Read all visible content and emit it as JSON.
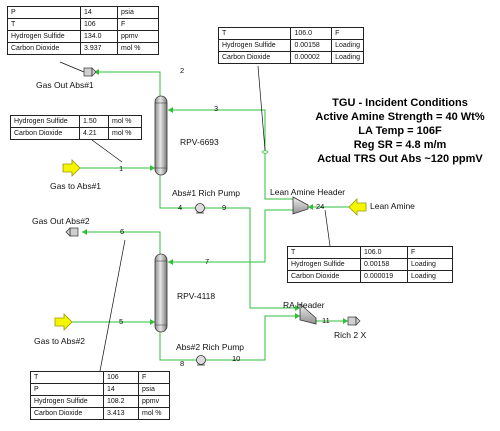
{
  "title_lines": [
    "TGU - Incident Conditions",
    "Active Amine Strength = 40 Wt%",
    "LA Temp = 106F",
    "Reg SR = 4.8 m/m",
    "Actual TRS Out Abs ~120 ppmV"
  ],
  "labels": {
    "gas_out_abs1": "Gas Out Abs#1",
    "gas_to_abs1": "Gas to Abs#1",
    "rpv_6693": "RPV-6693",
    "abs1_rich_pump": "Abs#1 Rich Pump",
    "lean_amine_header": "Lean Amine Header",
    "lean_amine": "Lean Amine",
    "gas_out_abs2": "Gas Out Abs#2",
    "rpv_4118": "RPV-4118",
    "gas_to_abs2": "Gas to Abs#2",
    "ra_header": "RA Header",
    "rich_2x": "Rich 2 X",
    "abs2_rich_pump": "Abs#2 Rich Pump"
  },
  "streams": [
    "1",
    "2",
    "3",
    "4",
    "5",
    "6",
    "7",
    "8",
    "9",
    "10",
    "11",
    "24"
  ],
  "tables": {
    "gas_out_abs1": [
      [
        "P",
        "14",
        "psia"
      ],
      [
        "T",
        "106",
        "F"
      ],
      [
        "Hydrogen Sulfide",
        "134.0",
        "ppmv"
      ],
      [
        "Carbon Dioxide",
        "3.937",
        "mol %"
      ]
    ],
    "stream3": [
      [
        "T",
        "106.0",
        "F"
      ],
      [
        "Hydrogen Sulfide",
        "0.00158",
        "Loading"
      ],
      [
        "Carbon Dioxide",
        "0.00002",
        "Loading"
      ]
    ],
    "gas_to_abs1": [
      [
        "Hydrogen Sulfide",
        "1.50",
        "mol %"
      ],
      [
        "Carbon Dioxide",
        "4.21",
        "mol %"
      ]
    ],
    "stream7": [
      [
        "T",
        "106.0",
        "F"
      ],
      [
        "Hydrogen Sulfide",
        "0.00158",
        "Loading"
      ],
      [
        "Carbon Dioxide",
        "0.000019",
        "Loading"
      ]
    ],
    "gas_out_abs2": [
      [
        "T",
        "106",
        "F"
      ],
      [
        "P",
        "14",
        "psia"
      ],
      [
        "Hydrogen Sulfide",
        "108.2",
        "ppmv"
      ],
      [
        "Carbon Dioxide",
        "3.413",
        "mol %"
      ]
    ]
  },
  "colors": {
    "stream_line": "#2fbf3a",
    "feed_arrow": "#f5f500",
    "vessel_fill": "#b8b8b8"
  }
}
